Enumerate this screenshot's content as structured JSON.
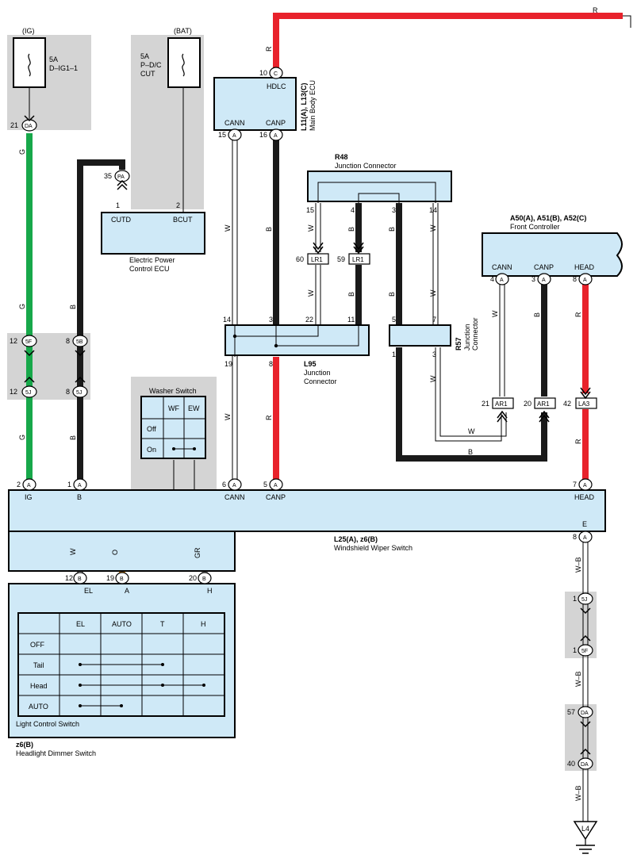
{
  "colors": {
    "red": "#e8222b",
    "green": "#17a84a",
    "black": "#1a1a1a",
    "orange": "#f39a1e",
    "gray": "#9a9a9a",
    "box": "#cfe9f7",
    "shade": "#d4d4d4"
  },
  "fuses": {
    "ig": {
      "source": "(IG)",
      "line1": "5A",
      "line2": "D–IG1–1"
    },
    "bat": {
      "source": "(BAT)",
      "line1": "5A",
      "line2": "P–D/C",
      "line3": "CUT"
    }
  },
  "top_wire": {
    "color": "R"
  },
  "ecu": {
    "pin_hdlc": "HDLC",
    "pin_cann": "CANN",
    "pin_canp": "CANP",
    "name1": "L11(A), L13(C)",
    "name2": "Main Body ECU"
  },
  "epc": {
    "pin_cutd": "CUTD",
    "pin_bcut": "BCUT",
    "name1": "Electric Power",
    "name2": "Control ECU"
  },
  "r48": {
    "code": "R48",
    "name": "Junction Connector"
  },
  "front": {
    "code": "A50(A), A51(B), A52(C)",
    "name": "Front Controller",
    "pin_cann": "CANN",
    "pin_canp": "CANP",
    "pin_head": "HEAD"
  },
  "l95": {
    "code": "L95",
    "name1": "Junction",
    "name2": "Connector"
  },
  "r57": {
    "code": "R57",
    "name1": "Junction",
    "name2": "Connector"
  },
  "washer": {
    "title": "Washer Switch",
    "col1": "WF",
    "col2": "EW",
    "row1": "Off",
    "row2": "On"
  },
  "wiper": {
    "code": "L25(A), z6(B)",
    "name": "Windshield Wiper Switch",
    "pin_ig": "IG",
    "pin_b": "B",
    "pin_cann": "CANN",
    "pin_canp": "CANP",
    "pin_head": "HEAD",
    "pin_e": "E"
  },
  "light": {
    "title": "Light Control Switch",
    "pin_el": "EL",
    "pin_a": "A",
    "pin_h": "H",
    "cols": [
      "EL",
      "AUTO",
      "T",
      "H"
    ],
    "rows": [
      "OFF",
      "Tail",
      "Head",
      "AUTO"
    ]
  },
  "dimmer": {
    "code": "z6(B)",
    "name": "Headlight Dimmer Switch"
  },
  "ground": {
    "label": "L4"
  },
  "conn": {
    "DA": "DA",
    "PA": "PA",
    "A": "A",
    "C": "C",
    "B": "B",
    "F5": "5F",
    "J5": "5J",
    "B5": "5B",
    "LR1": "LR1",
    "AR1": "AR1",
    "LA3": "LA3"
  },
  "pins": {
    "p21": "21",
    "p35": "35",
    "p10": "10",
    "p15": "15",
    "p16": "16",
    "p12": "12",
    "p8": "8",
    "p2": "2",
    "p1": "1",
    "p6": "6",
    "p5": "5",
    "p7": "7",
    "p19": "19",
    "p20": "20",
    "p4": "4",
    "p3": "3",
    "p14": "14",
    "p60": "60",
    "p59": "59",
    "p22": "22",
    "p11": "11",
    "p42": "42",
    "p57": "57",
    "p40": "40"
  },
  "wire": {
    "G": "G",
    "B": "B",
    "W": "W",
    "R": "R",
    "O": "O",
    "GR": "GR",
    "WB": "W–B"
  }
}
